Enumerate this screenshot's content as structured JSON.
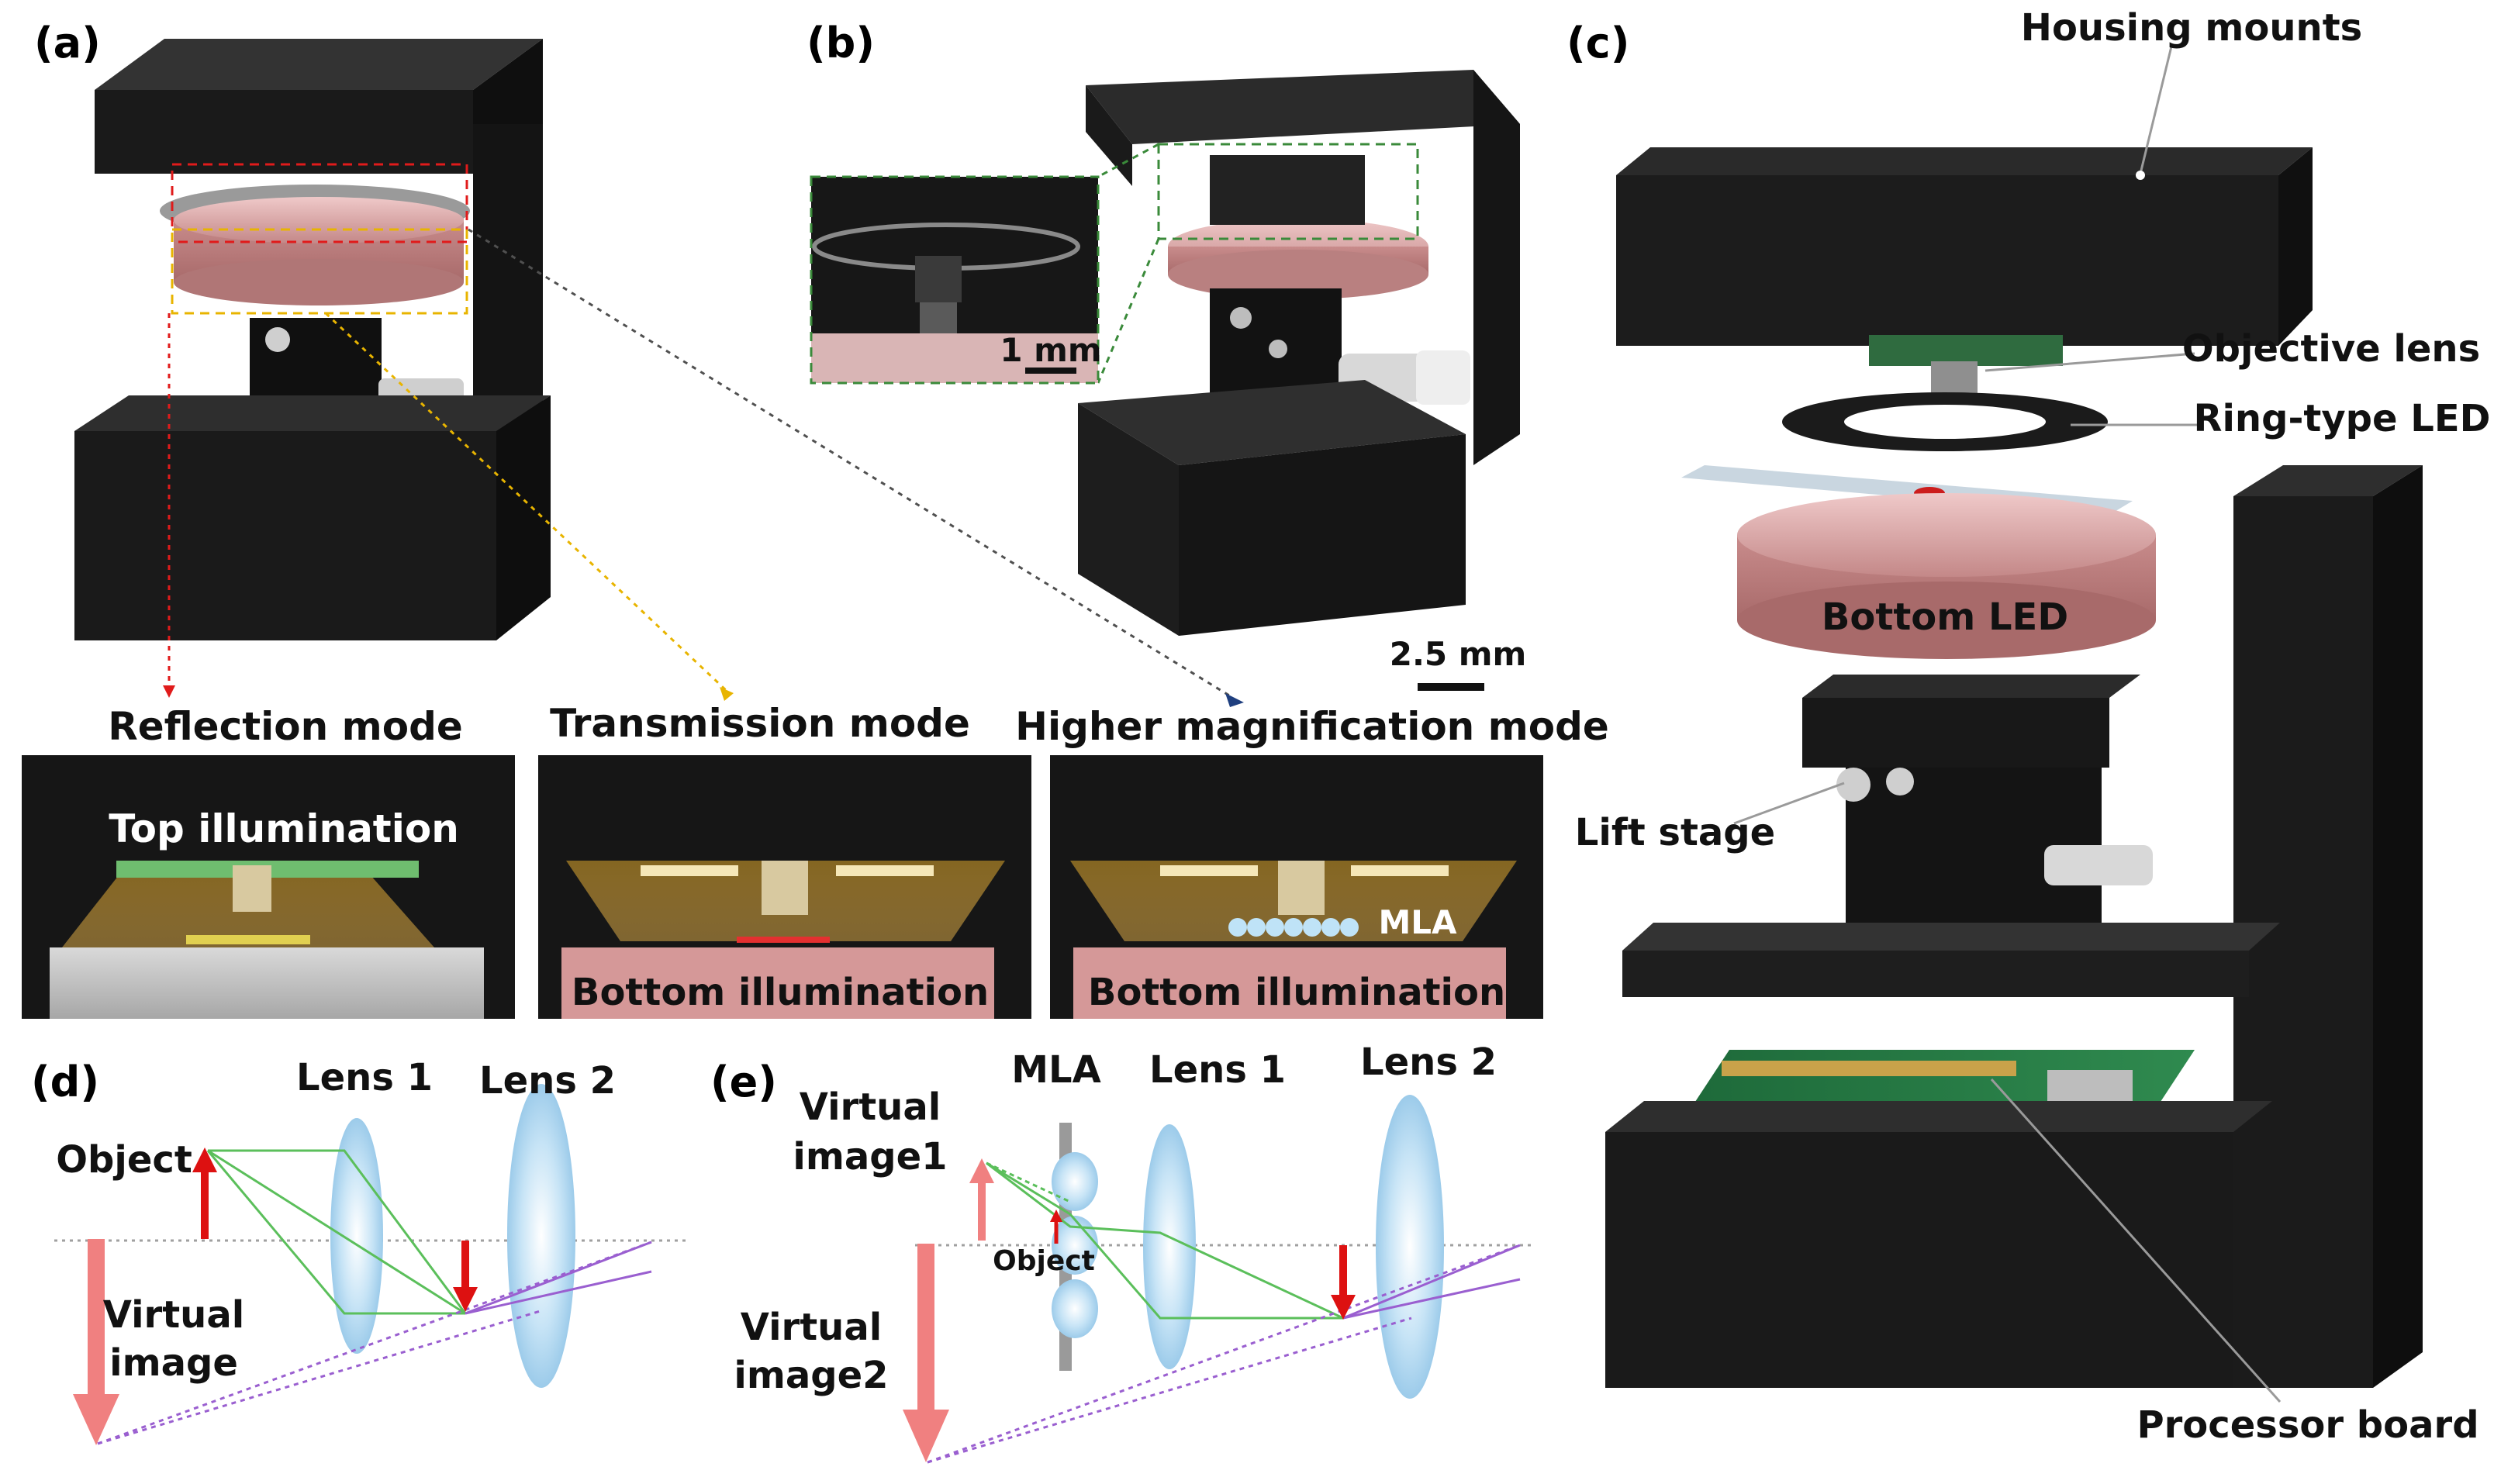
{
  "panels": {
    "a": "(a)",
    "b": "(b)",
    "c": "(c)",
    "d": "(d)",
    "e": "(e)"
  },
  "modes": {
    "reflection": "Reflection mode",
    "transmission": "Transmission mode",
    "higher": "Higher magnification mode"
  },
  "illumination": {
    "top": "Top illumination",
    "bottom": "Bottom illumination",
    "mla": "MLA"
  },
  "scale_bars": {
    "inset": "1 mm",
    "device": "2.5 mm"
  },
  "components": {
    "housing_mounts": "Housing mounts",
    "objective_lens": "Objective lens",
    "ring_led": "Ring-type LED",
    "bottom_led": "Bottom LED",
    "lift_stage": "Lift stage",
    "processor_board": "Processor board"
  },
  "optics_d": {
    "object": "Object",
    "lens1": "Lens 1",
    "lens2": "Lens 2",
    "virtual_line1": "Virtual",
    "virtual_line2": "image"
  },
  "optics_e": {
    "mla": "MLA",
    "lens1": "Lens 1",
    "lens2": "Lens 2",
    "virtual1_line1": "Virtual",
    "virtual1_line2": "image1",
    "virtual2_line1": "Virtual",
    "virtual2_line2": "image2",
    "object": "Object"
  },
  "colors": {
    "housing": "#1c1c1c",
    "pink_led": "#d9a0a0",
    "lens_blue": "#a9d4ef",
    "ray_green": "#5bbf5b",
    "ray_purple": "#9a5fd0",
    "arrow_red": "#dd1111",
    "virtual_pink": "#f08080",
    "illum_amber": "#b88a2a"
  }
}
